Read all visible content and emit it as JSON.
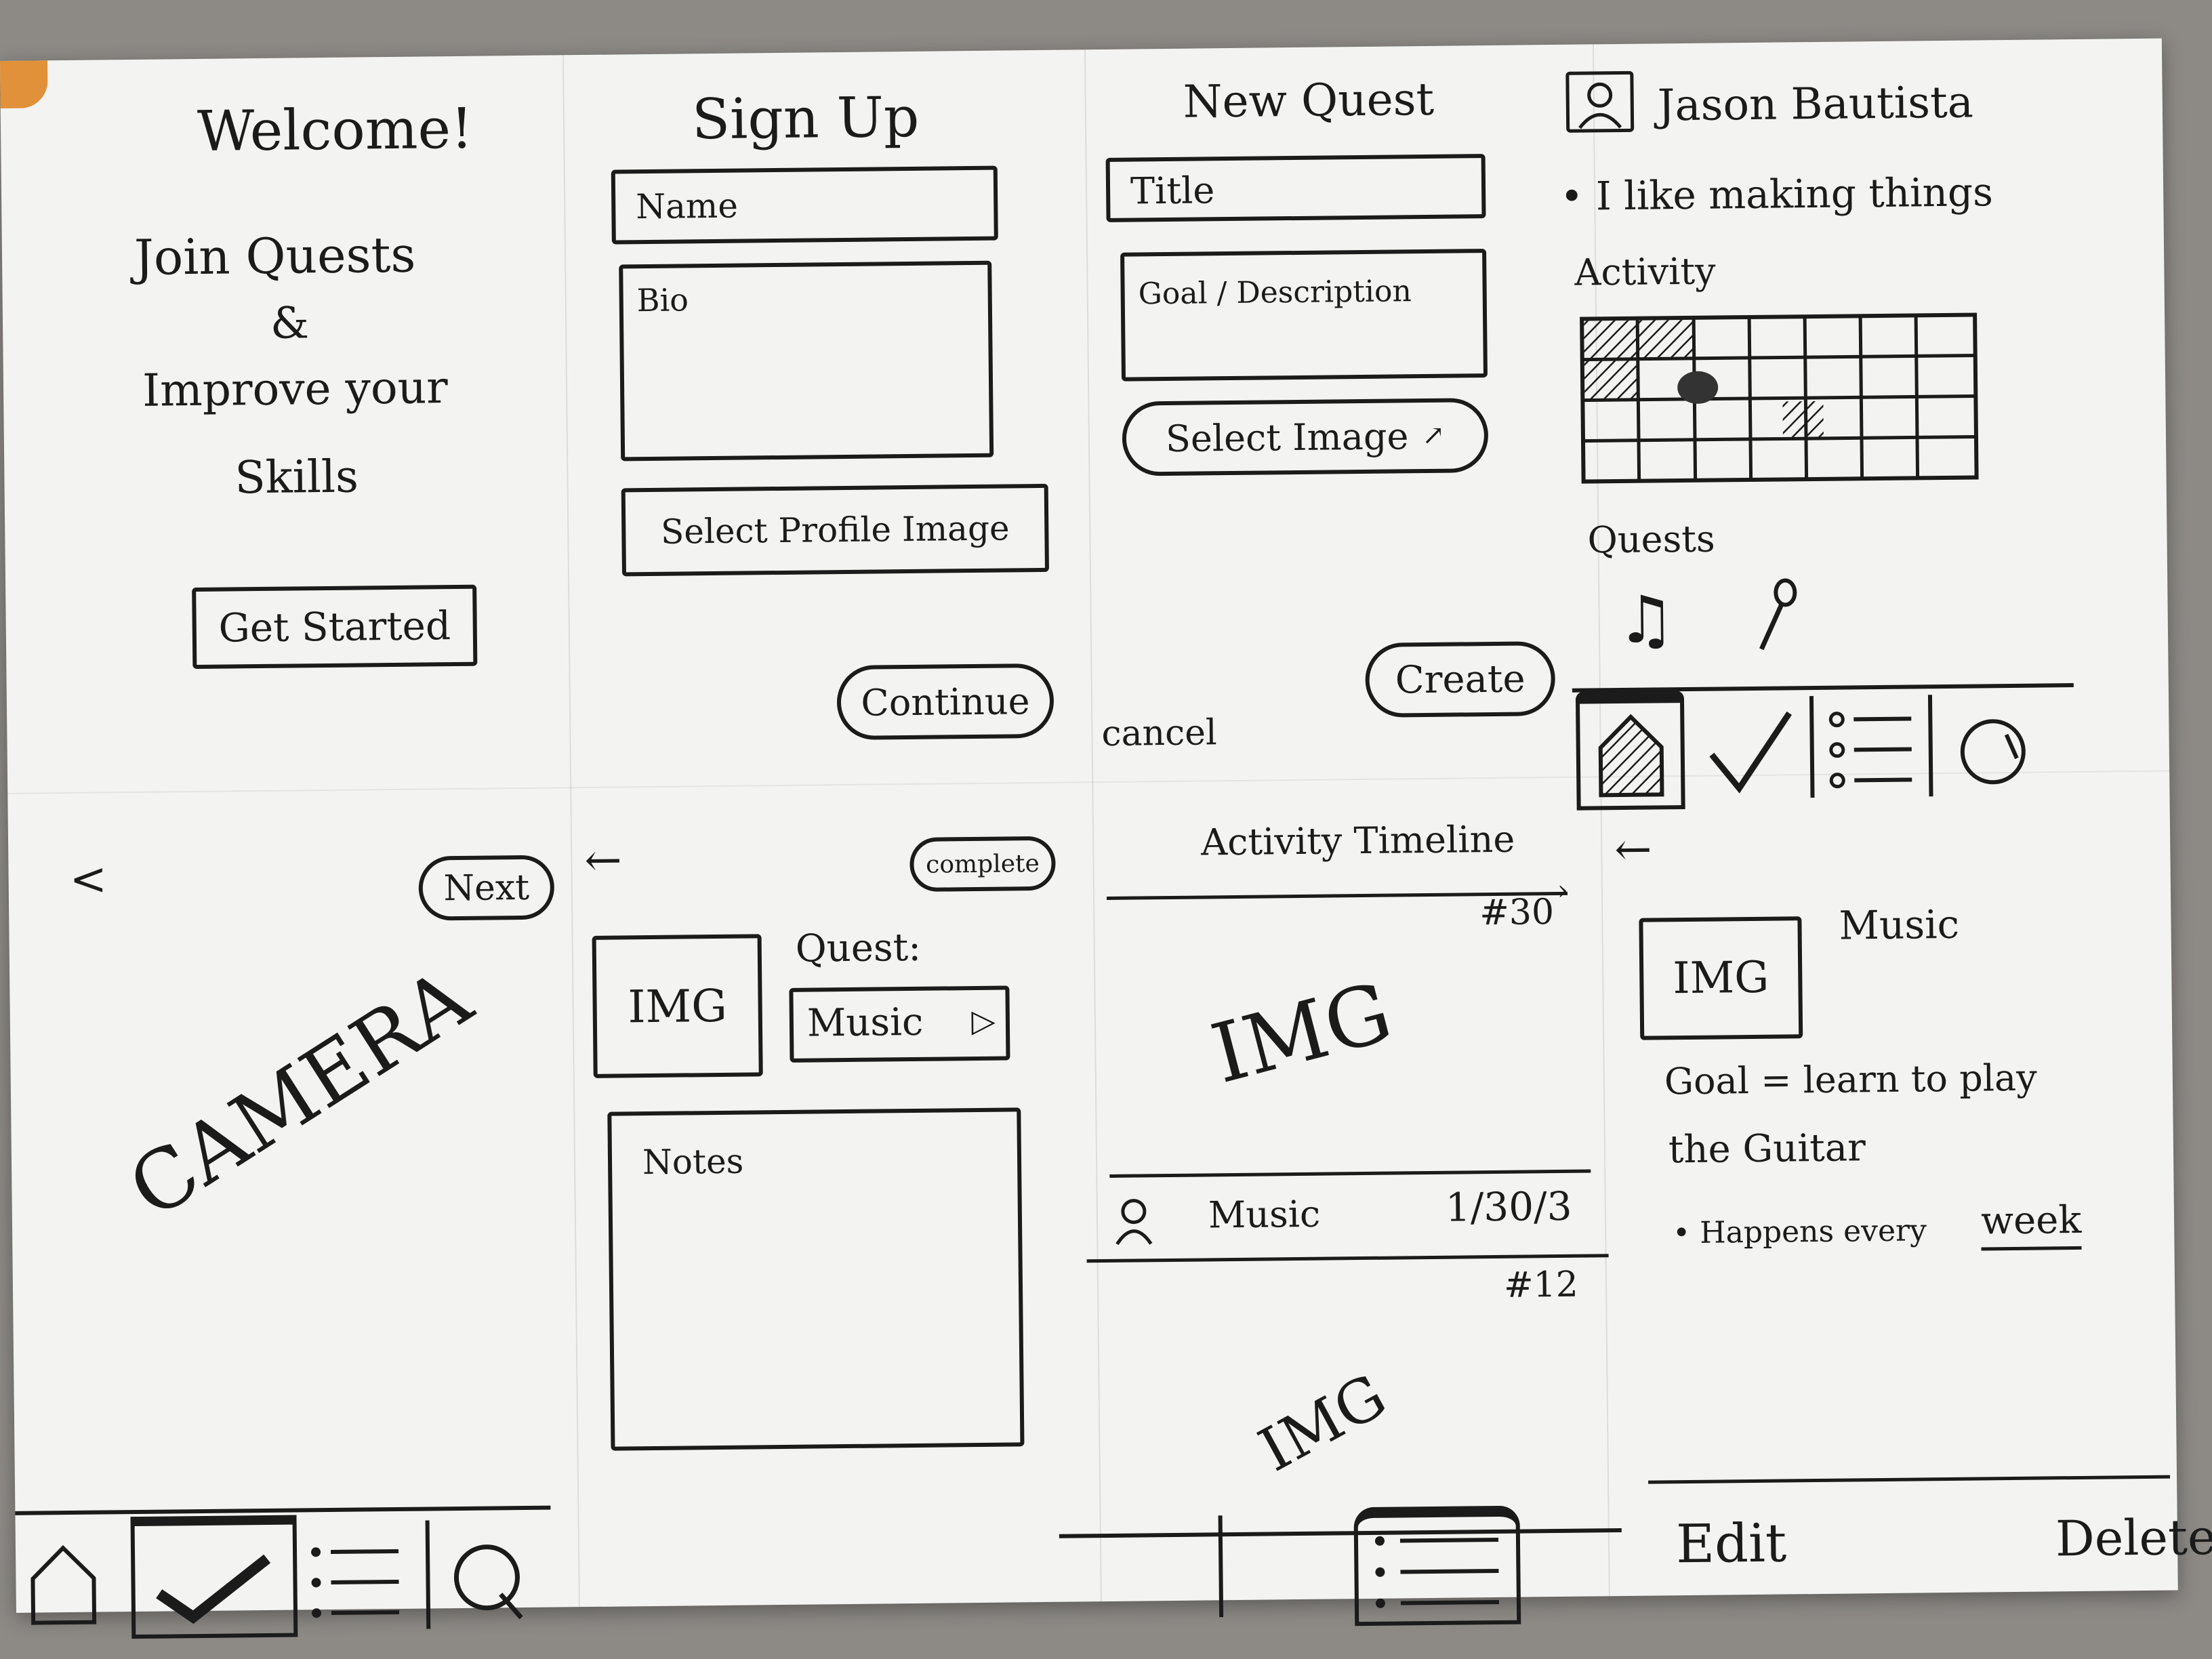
{
  "welcome": {
    "title": "Welcome!",
    "tagline_line1": "Join Quests",
    "tagline_line2": "&",
    "tagline_line3": "Improve your",
    "tagline_line4": "Skills",
    "get_started": "Get Started"
  },
  "signup": {
    "title": "Sign Up",
    "name_placeholder": "Name",
    "bio_placeholder": "Bio",
    "select_profile_image": "Select Profile Image",
    "continue": "Continue"
  },
  "new_quest": {
    "title": "New Quest",
    "title_placeholder": "Title",
    "goal_placeholder": "Goal / Description",
    "select_image": "Select Image",
    "cancel": "cancel",
    "create": "Create"
  },
  "profile": {
    "name": "Jason Bautista",
    "bio": "• I like making things",
    "activity_label": "Activity",
    "quests_label": "Quests"
  },
  "camera": {
    "back": "<",
    "next": "Next",
    "camera_label": "CAMERA"
  },
  "log_entry": {
    "back": "←",
    "complete": "complete",
    "img": "IMG",
    "quest_label": "Quest:",
    "quest_value": "Music",
    "notes_placeholder": "Notes"
  },
  "timeline": {
    "title": "Activity Timeline",
    "count_top": "#30",
    "img1": "IMG",
    "entry_name": "Music",
    "entry_date": "1/30/3",
    "count_bottom": "#12",
    "img2": "IMG"
  },
  "quest_detail": {
    "back": "←",
    "img": "IMG",
    "title": "Music",
    "goal_line1": "Goal = learn to play",
    "goal_line2": "the Guitar",
    "frequency_prefix": "• Happens every",
    "frequency_value": "week",
    "edit": "Edit",
    "delete": "Delete"
  }
}
